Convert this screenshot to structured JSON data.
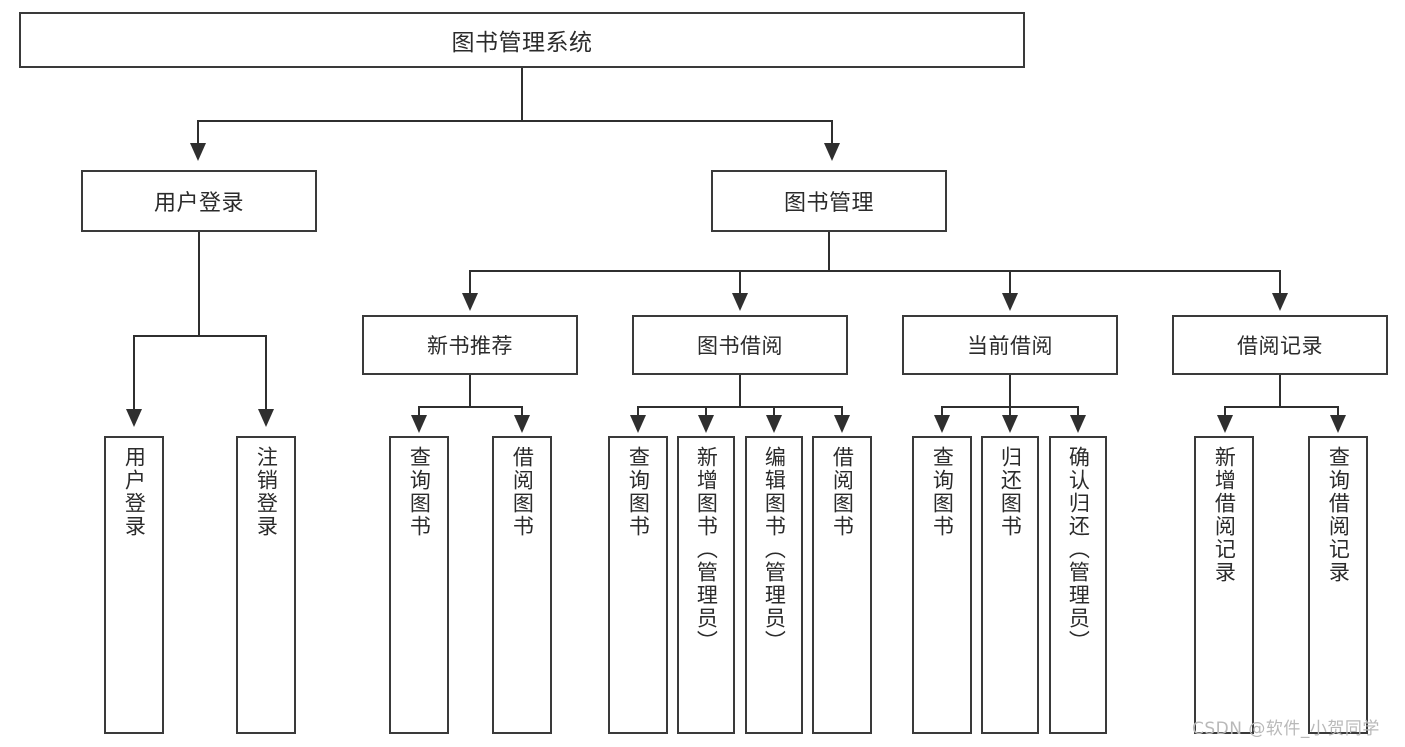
{
  "diagram": {
    "title": "图书管理系统",
    "type": "hierarchy-tree",
    "watermark": "CSDN @软件_小贺同学",
    "colors": {
      "box_border": "#3a3a3a",
      "connector": "#2f2f2f",
      "background": "#ffffff",
      "text": "#2b2b2b",
      "watermark": "#b9b9b9"
    },
    "root": {
      "label": "图书管理系统"
    },
    "level2": [
      {
        "label": "用户登录"
      },
      {
        "label": "图书管理"
      }
    ],
    "level3": [
      {
        "label": "新书推荐"
      },
      {
        "label": "图书借阅"
      },
      {
        "label": "当前借阅"
      },
      {
        "label": "借阅记录"
      }
    ],
    "leaves": {
      "user_login": [
        {
          "label": "用户登录"
        },
        {
          "label": "注销登录"
        }
      ],
      "new_book": [
        {
          "label": "查询图书"
        },
        {
          "label": "借阅图书"
        }
      ],
      "book_borrow": [
        {
          "label": "查询图书"
        },
        {
          "label": "新增图书（管理员）"
        },
        {
          "label": "编辑图书（管理员）"
        },
        {
          "label": "借阅图书"
        }
      ],
      "current_borrow": [
        {
          "label": "查询图书"
        },
        {
          "label": "归还图书"
        },
        {
          "label": "确认归还（管理员）"
        }
      ],
      "borrow_record": [
        {
          "label": "新增借阅记录"
        },
        {
          "label": "查询借阅记录"
        }
      ]
    }
  },
  "chart_data": {
    "type": "table",
    "title": "图书管理系统",
    "nodes": [
      {
        "id": "root",
        "label": "图书管理系统",
        "level": 1,
        "parent": null
      },
      {
        "id": "l2-1",
        "label": "用户登录",
        "level": 2,
        "parent": "root"
      },
      {
        "id": "l2-2",
        "label": "图书管理",
        "level": 2,
        "parent": "root"
      },
      {
        "id": "l3-1",
        "label": "新书推荐",
        "level": 3,
        "parent": "l2-2"
      },
      {
        "id": "l3-2",
        "label": "图书借阅",
        "level": 3,
        "parent": "l2-2"
      },
      {
        "id": "l3-3",
        "label": "当前借阅",
        "level": 3,
        "parent": "l2-2"
      },
      {
        "id": "l3-4",
        "label": "借阅记录",
        "level": 3,
        "parent": "l2-2"
      },
      {
        "id": "l4-1",
        "label": "用户登录",
        "level": 4,
        "parent": "l2-1"
      },
      {
        "id": "l4-2",
        "label": "注销登录",
        "level": 4,
        "parent": "l2-1"
      },
      {
        "id": "l4-3",
        "label": "查询图书",
        "level": 4,
        "parent": "l3-1"
      },
      {
        "id": "l4-4",
        "label": "借阅图书",
        "level": 4,
        "parent": "l3-1"
      },
      {
        "id": "l4-5",
        "label": "查询图书",
        "level": 4,
        "parent": "l3-2"
      },
      {
        "id": "l4-6",
        "label": "新增图书（管理员）",
        "level": 4,
        "parent": "l3-2"
      },
      {
        "id": "l4-7",
        "label": "编辑图书（管理员）",
        "level": 4,
        "parent": "l3-2"
      },
      {
        "id": "l4-8",
        "label": "借阅图书",
        "level": 4,
        "parent": "l3-2"
      },
      {
        "id": "l4-9",
        "label": "查询图书",
        "level": 4,
        "parent": "l3-3"
      },
      {
        "id": "l4-10",
        "label": "归还图书",
        "level": 4,
        "parent": "l3-3"
      },
      {
        "id": "l4-11",
        "label": "确认归还（管理员）",
        "level": 4,
        "parent": "l3-3"
      },
      {
        "id": "l4-12",
        "label": "新增借阅记录",
        "level": 4,
        "parent": "l3-4"
      },
      {
        "id": "l4-13",
        "label": "查询借阅记录",
        "level": 4,
        "parent": "l3-4"
      }
    ]
  }
}
